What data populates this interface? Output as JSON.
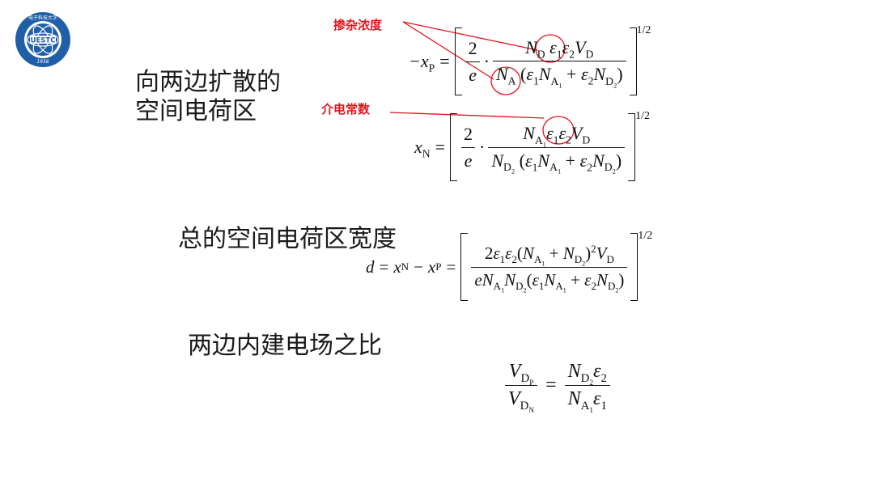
{
  "logo": {
    "abbrev": "UESTC",
    "year": "1956",
    "ring_text": "电子科技大学"
  },
  "headings": {
    "diffusion_line1": "向两边扩散的",
    "diffusion_line2": "空间电荷区",
    "total_width": "总的空间电荷区宽度",
    "field_ratio": "两边内建电场之比"
  },
  "annotations": {
    "doping": "掺杂浓度",
    "dielectric": "介电常数"
  },
  "colors": {
    "annotation": "#e0141e",
    "text": "#111111"
  },
  "equations": {
    "xp_lhs": "−x",
    "xp_lhs_sub": "P",
    "xn_lhs": "x",
    "xn_lhs_sub": "N",
    "d_lhs": "d = x",
    "exponent": "1/2",
    "two": "2",
    "e": "e"
  }
}
